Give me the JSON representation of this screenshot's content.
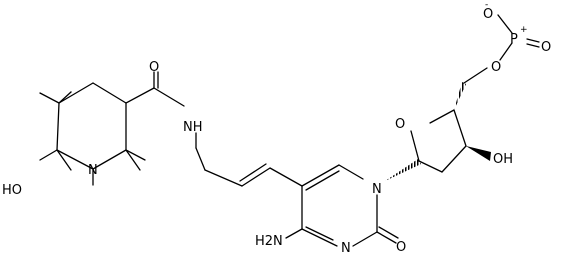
{
  "molecule": {
    "atoms": {
      "hydroxylamine_oxygen": "HO",
      "piperidine_nitrogen": "N",
      "amide_oxygen": "O",
      "amide_nitrogen_h": "NH",
      "amine": "H2N",
      "ring_n1": "N",
      "ring_n3": "N",
      "carbonyl_oxygen": "O",
      "sugar_ring_oxygen": "O",
      "sugar_hydroxyl": "OH",
      "phosphate_ester_oxygen": "O",
      "phosphorus": "P",
      "phosphorus_charge": "+",
      "phosphate_oxide": "O",
      "phosphate_oxide_charge": "-",
      "phosphate_double_oxygen": "O"
    }
  }
}
